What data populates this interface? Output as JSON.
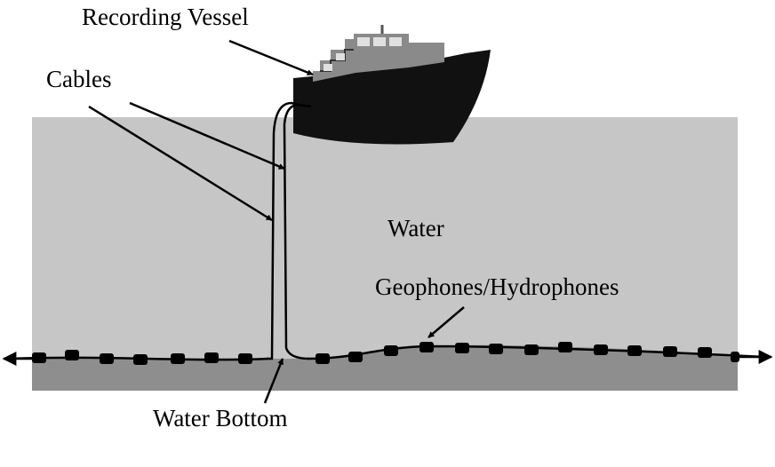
{
  "labels": {
    "vessel": "Recording Vessel",
    "cables": "Cables",
    "water": "Water",
    "sensors": "Geophones/Hydrophones",
    "bottom": "Water Bottom"
  },
  "colors": {
    "water": "#c6c6c6",
    "seabed": "#8e8e8e",
    "ink": "#000000"
  }
}
